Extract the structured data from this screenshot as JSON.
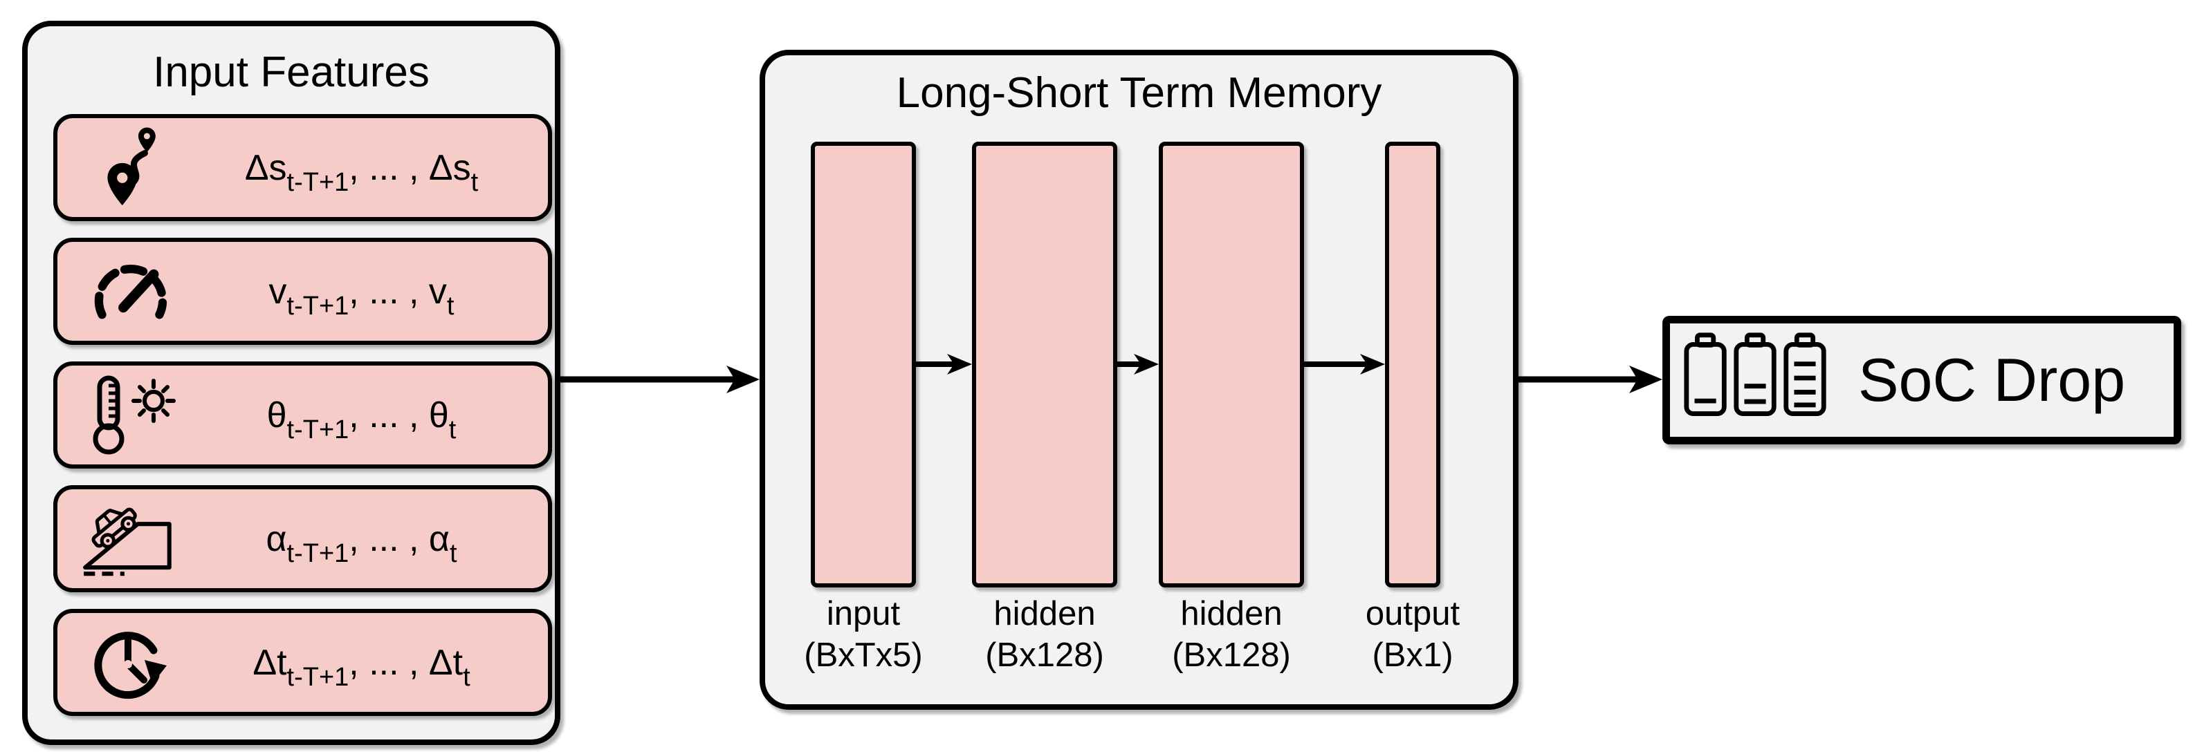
{
  "colors": {
    "pink": "#f6ccc9",
    "panel_bg": "#f2f2f2",
    "line": "#000000"
  },
  "input_panel": {
    "title": "Input Features",
    "features": [
      {
        "icon": "route-icon",
        "base1": "Δs",
        "sub1": "t-T+1",
        "sep": ", ... , ",
        "base2": "Δs",
        "sub2": "t"
      },
      {
        "icon": "speedometer-icon",
        "base1": "v",
        "sub1": "t-T+1",
        "sep": ", ... , ",
        "base2": "v",
        "sub2": "t"
      },
      {
        "icon": "thermometer-sun-icon",
        "base1": "θ",
        "sub1": "t-T+1",
        "sep": ", ... , ",
        "base2": "θ",
        "sub2": "t"
      },
      {
        "icon": "car-slope-icon",
        "base1": "α",
        "sub1": "t-T+1",
        "sep": ", ... , ",
        "base2": "α",
        "sub2": "t"
      },
      {
        "icon": "clock-history-icon",
        "base1": "Δt",
        "sub1": "t-T+1",
        "sep": ", ... , ",
        "base2": "Δt",
        "sub2": "t"
      }
    ]
  },
  "lstm_panel": {
    "title": "Long-Short Term Memory",
    "layers": [
      {
        "label": "input",
        "shape": "(BxTx5)"
      },
      {
        "label": "hidden",
        "shape": "(Bx128)"
      },
      {
        "label": "hidden",
        "shape": "(Bx128)"
      },
      {
        "label": "output",
        "shape": "(Bx1)"
      }
    ]
  },
  "output_panel": {
    "icon": "battery-levels-icon",
    "label": "SoC Drop"
  }
}
